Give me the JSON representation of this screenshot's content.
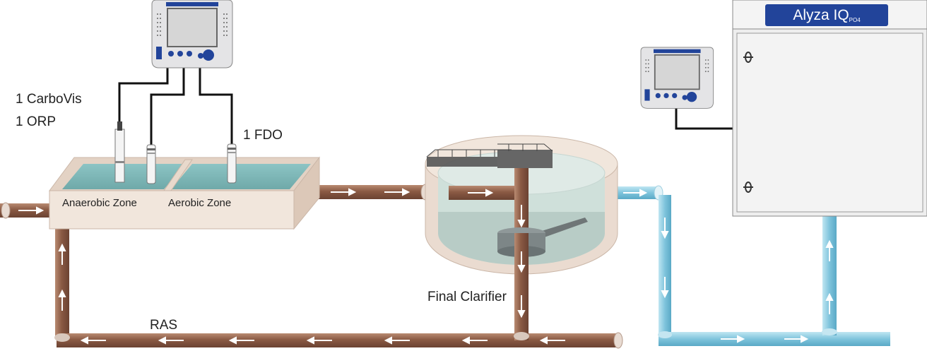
{
  "labels": {
    "sensor_1": "1 CarboVis",
    "sensor_2": "1 ORP",
    "sensor_3": "1 FDO",
    "zone_1": "Anaerobic Zone",
    "zone_2": "Aerobic Zone",
    "clarifier": "Final Clarifier",
    "return": "RAS"
  },
  "analyzer": {
    "brand_main": "Alyza IQ",
    "brand_sub": "PO4"
  },
  "colors": {
    "sludge_pipe": "#8a5a44",
    "water_pipe": "#7fc4dc",
    "tank_water": "#7fb9b9",
    "brand_blue": "#22449a"
  },
  "icons": [
    "controller-terminal-icon",
    "sensor-probe-icon",
    "flow-arrow-icon",
    "door-handle-icon"
  ]
}
